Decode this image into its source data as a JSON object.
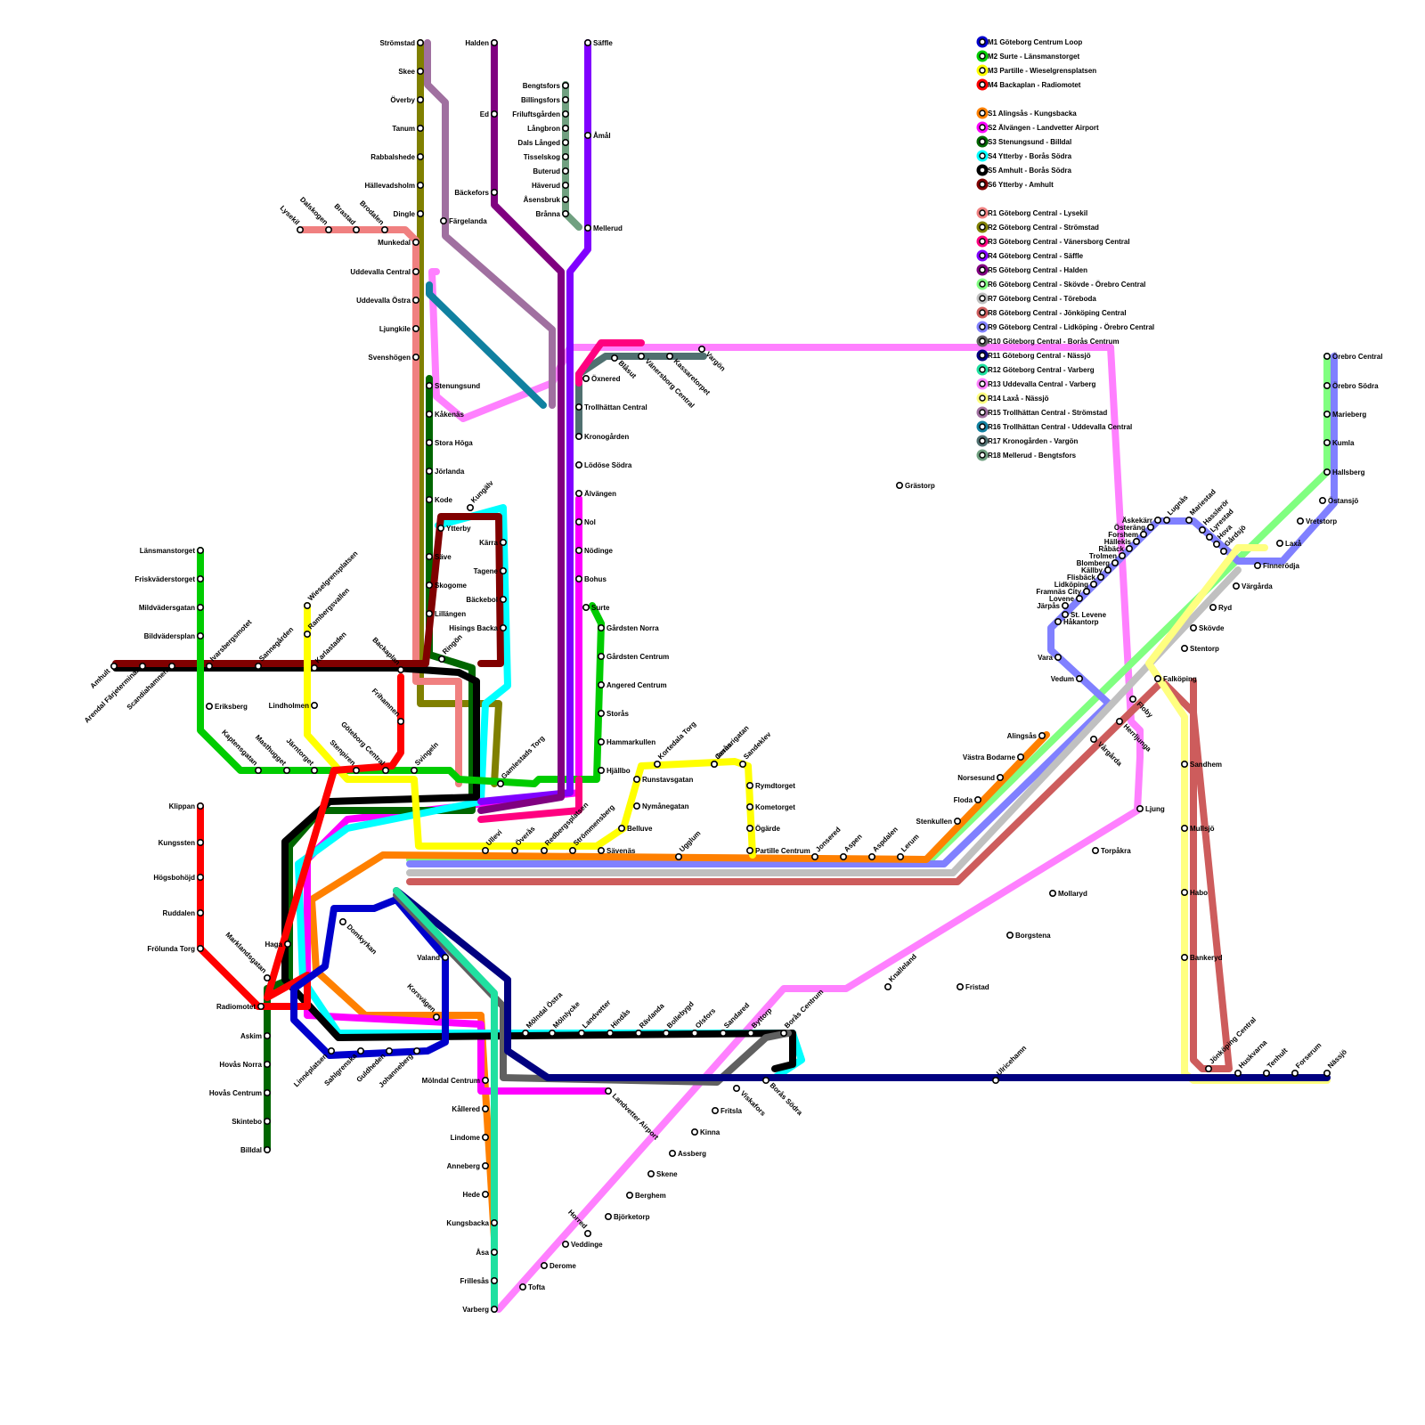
{
  "colors": {
    "M1": "#0000cc",
    "M2": "#00cc00",
    "M3": "#ffff00",
    "M4": "#ff0000",
    "S1": "#ff8000",
    "S2": "#ff00ff",
    "S3": "#006600",
    "S4": "#00ffff",
    "S5": "#000000",
    "S6": "#800000",
    "R1": "#f08080",
    "R2": "#808000",
    "R3": "#ff0080",
    "R4": "#8000ff",
    "R5": "#800080",
    "R6": "#80ff80",
    "R7": "#c0c0c0",
    "R8": "#cd5c5c",
    "R9": "#8080ff",
    "R10": "#606060",
    "R11": "#000080",
    "R12": "#20e0a0",
    "R13": "#ff80ff",
    "R14": "#ffff80",
    "R15": "#a070a0",
    "R16": "#1080a0",
    "R17": "#507070",
    "R18": "#70a080"
  },
  "legend": {
    "metro": [
      {
        "id": "M1",
        "label": "M1 Göteborg Centrum Loop"
      },
      {
        "id": "M2",
        "label": "M2 Surte - Länsmanstorget"
      },
      {
        "id": "M3",
        "label": "M3 Partille - Wieselgrensplatsen"
      },
      {
        "id": "M4",
        "label": "M4 Backaplan - Radiomotet"
      }
    ],
    "suburban": [
      {
        "id": "S1",
        "label": "S1 Alingsås - Kungsbacka"
      },
      {
        "id": "S2",
        "label": "S2 Älvängen - Landvetter Airport"
      },
      {
        "id": "S3",
        "label": "S3 Stenungsund - Billdal"
      },
      {
        "id": "S4",
        "label": "S4 Ytterby - Borås Södra"
      },
      {
        "id": "S5",
        "label": "S5 Amhult - Borås Södra"
      },
      {
        "id": "S6",
        "label": "S6 Ytterby - Amhult"
      }
    ],
    "regional": [
      {
        "id": "R1",
        "label": "R1 Göteborg Central - Lysekil"
      },
      {
        "id": "R2",
        "label": "R2 Göteborg Central - Strömstad"
      },
      {
        "id": "R3",
        "label": "R3 Göteborg Central - Vänersborg Central"
      },
      {
        "id": "R4",
        "label": "R4 Göteborg Central - Säffle"
      },
      {
        "id": "R5",
        "label": "R5 Göteborg Central - Halden"
      },
      {
        "id": "R6",
        "label": "R6 Göteborg Central - Skövde - Örebro Central"
      },
      {
        "id": "R7",
        "label": "R7 Göteborg Central - Töreboda"
      },
      {
        "id": "R8",
        "label": "R8 Göteborg Central - Jönköping Central"
      },
      {
        "id": "R9",
        "label": "R9 Göteborg Central - Lidköping - Örebro Central"
      },
      {
        "id": "R10",
        "label": "R10 Göteborg Central - Borås Centrum"
      },
      {
        "id": "R11",
        "label": "R11 Göteborg Central - Nässjö"
      },
      {
        "id": "R12",
        "label": "R12 Göteborg Central - Varberg"
      },
      {
        "id": "R13",
        "label": "R13 Uddevalla Central - Varberg"
      },
      {
        "id": "R14",
        "label": "R14 Laxå - Nässjö"
      },
      {
        "id": "R15",
        "label": "R15 Trollhättan Central - Strömstad"
      },
      {
        "id": "R16",
        "label": "R16 Trollhättan Central - Uddevalla Central"
      },
      {
        "id": "R17",
        "label": "R17 Kronogården - Vargön"
      },
      {
        "id": "R18",
        "label": "R18 Mellerud - Bengtsfors"
      }
    ]
  },
  "stations": [
    {
      "name": "Strömstad"
    },
    {
      "name": "Skee"
    },
    {
      "name": "Överby"
    },
    {
      "name": "Tanum"
    },
    {
      "name": "Rabbalshede"
    },
    {
      "name": "Hällevadsholm"
    },
    {
      "name": "Dingle"
    },
    {
      "name": "Munkedal"
    },
    {
      "name": "Färgelanda"
    },
    {
      "name": "Uddevalla Central"
    },
    {
      "name": "Uddevalla Östra"
    },
    {
      "name": "Ljungkile"
    },
    {
      "name": "Svenshögen"
    },
    {
      "name": "Stenungsund"
    },
    {
      "name": "Kåkenäs"
    },
    {
      "name": "Stora Höga"
    },
    {
      "name": "Jörlanda"
    },
    {
      "name": "Kode"
    },
    {
      "name": "Ytterby"
    },
    {
      "name": "Kungälv"
    },
    {
      "name": "Säve"
    },
    {
      "name": "Skogome"
    },
    {
      "name": "Lillängen"
    },
    {
      "name": "Hisings Backa"
    },
    {
      "name": "Kärra"
    },
    {
      "name": "Tagene"
    },
    {
      "name": "Bäckebol"
    },
    {
      "name": "Ringön"
    },
    {
      "name": "Backaplan"
    },
    {
      "name": "Frihamnen"
    },
    {
      "name": "Svingeln"
    },
    {
      "name": "Göteborg Central"
    },
    {
      "name": "Stenpiren"
    },
    {
      "name": "Järntorget"
    },
    {
      "name": "Masthugget"
    },
    {
      "name": "Kaptensgatan"
    },
    {
      "name": "Lindholmen"
    },
    {
      "name": "Karlastaden"
    },
    {
      "name": "Rambergsvallen"
    },
    {
      "name": "Wieselgrensplatsen"
    },
    {
      "name": "Lysekil"
    },
    {
      "name": "Dalskogen"
    },
    {
      "name": "Brastad"
    },
    {
      "name": "Brodalen"
    },
    {
      "name": "Halden"
    },
    {
      "name": "Ed"
    },
    {
      "name": "Bäckefors"
    },
    {
      "name": "Säffle"
    },
    {
      "name": "Åmål"
    },
    {
      "name": "Mellerud"
    },
    {
      "name": "Bengtsfors"
    },
    {
      "name": "Billingsfors"
    },
    {
      "name": "Friluftsgården"
    },
    {
      "name": "Långbron"
    },
    {
      "name": "Dals Långed"
    },
    {
      "name": "Tisselskog"
    },
    {
      "name": "Buterud"
    },
    {
      "name": "Häverud"
    },
    {
      "name": "Åsensbruk"
    },
    {
      "name": "Brånna"
    },
    {
      "name": "Öxnered"
    },
    {
      "name": "Trollhättan Central"
    },
    {
      "name": "Blåsut"
    },
    {
      "name": "Vänersborg Central"
    },
    {
      "name": "Kassaretorpet"
    },
    {
      "name": "Vargön"
    },
    {
      "name": "Kronogården"
    },
    {
      "name": "Lödöse Södra"
    },
    {
      "name": "Älvängen"
    },
    {
      "name": "Nol"
    },
    {
      "name": "Nödinge"
    },
    {
      "name": "Bohus"
    },
    {
      "name": "Surte"
    },
    {
      "name": "Gårdsten Norra"
    },
    {
      "name": "Gårdsten Centrum"
    },
    {
      "name": "Angered Centrum"
    },
    {
      "name": "Storås"
    },
    {
      "name": "Hammarkullen"
    },
    {
      "name": "Hjällbo"
    },
    {
      "name": "Gamlestads Torg"
    },
    {
      "name": "Ullevi"
    },
    {
      "name": "Överås"
    },
    {
      "name": "Redbergsplatsen"
    },
    {
      "name": "Strömmensberg"
    },
    {
      "name": "Sävenäs"
    },
    {
      "name": "Runstavsgatan"
    },
    {
      "name": "Kortedala Torg"
    },
    {
      "name": "Januarigatan"
    },
    {
      "name": "Gerås"
    },
    {
      "name": "Sandeklev"
    },
    {
      "name": "Nymånegatan"
    },
    {
      "name": "Belluve"
    },
    {
      "name": "Rymdtorget"
    },
    {
      "name": "Kometorget"
    },
    {
      "name": "Ögärde"
    },
    {
      "name": "Partille Centrum"
    },
    {
      "name": "Ugglum"
    },
    {
      "name": "Jonsered"
    },
    {
      "name": "Aspen"
    },
    {
      "name": "Aspdalen"
    },
    {
      "name": "Lerum"
    },
    {
      "name": "Stenkullen"
    },
    {
      "name": "Floda"
    },
    {
      "name": "Norsesund"
    },
    {
      "name": "Västra Bodarne"
    },
    {
      "name": "Alingsås"
    },
    {
      "name": "Grästorp"
    },
    {
      "name": "Vara"
    },
    {
      "name": "Vedum"
    },
    {
      "name": "Falköping"
    },
    {
      "name": "Floby"
    },
    {
      "name": "Herrljunga"
    },
    {
      "name": "Vårgårda"
    },
    {
      "name": "Stentorp"
    },
    {
      "name": "Skövde"
    },
    {
      "name": "Ryd"
    },
    {
      "name": "Värgårda"
    },
    {
      "name": "Finnerödja"
    },
    {
      "name": "Laxå"
    },
    {
      "name": "Vretstorp"
    },
    {
      "name": "Östansjö"
    },
    {
      "name": "Hallsberg"
    },
    {
      "name": "Kumla"
    },
    {
      "name": "Marieberg"
    },
    {
      "name": "Örebro Södra"
    },
    {
      "name": "Örebro Central"
    },
    {
      "name": "Håkantorp"
    },
    {
      "name": "St. Levene"
    },
    {
      "name": "Järpås"
    },
    {
      "name": "Lovene"
    },
    {
      "name": "Framnäs City"
    },
    {
      "name": "Lidköping"
    },
    {
      "name": "Flisbäck"
    },
    {
      "name": "Källby"
    },
    {
      "name": "Blomberg"
    },
    {
      "name": "Trolmen"
    },
    {
      "name": "Råbäck"
    },
    {
      "name": "Hällekis"
    },
    {
      "name": "Forshem"
    },
    {
      "name": "Österäng"
    },
    {
      "name": "Äskekärr"
    },
    {
      "name": "Lugnås"
    },
    {
      "name": "Mariestad"
    },
    {
      "name": "Hasslerör"
    },
    {
      "name": "Lyrestad"
    },
    {
      "name": "Hova"
    },
    {
      "name": "Gårdsjö"
    },
    {
      "name": "Sandhem"
    },
    {
      "name": "Mullsjö"
    },
    {
      "name": "Habo"
    },
    {
      "name": "Bankeryd"
    },
    {
      "name": "Jönköping Central"
    },
    {
      "name": "Huskvarna"
    },
    {
      "name": "Tenhult"
    },
    {
      "name": "Forserum"
    },
    {
      "name": "Nässjö"
    },
    {
      "name": "Ljung"
    },
    {
      "name": "Torpåkra"
    },
    {
      "name": "Mollaryd"
    },
    {
      "name": "Borgstena"
    },
    {
      "name": "Fristad"
    },
    {
      "name": "Knalleland"
    },
    {
      "name": "Ulricehamn"
    },
    {
      "name": "Borås Centrum"
    },
    {
      "name": "Borås Södra"
    },
    {
      "name": "Byttorp"
    },
    {
      "name": "Sandared"
    },
    {
      "name": "Olsfors"
    },
    {
      "name": "Bollebygd"
    },
    {
      "name": "Rävlanda"
    },
    {
      "name": "Hindås"
    },
    {
      "name": "Landvetter"
    },
    {
      "name": "Mölnlycke"
    },
    {
      "name": "Mölndal Östra"
    },
    {
      "name": "Viskafors"
    },
    {
      "name": "Fritsla"
    },
    {
      "name": "Kinna"
    },
    {
      "name": "Assberg"
    },
    {
      "name": "Skene"
    },
    {
      "name": "Berghem"
    },
    {
      "name": "Björketorp"
    },
    {
      "name": "Horred"
    },
    {
      "name": "Veddinge"
    },
    {
      "name": "Derome"
    },
    {
      "name": "Tofta"
    },
    {
      "name": "Varberg"
    },
    {
      "name": "Frillesås"
    },
    {
      "name": "Åsa"
    },
    {
      "name": "Kungsbacka"
    },
    {
      "name": "Hede"
    },
    {
      "name": "Anneberg"
    },
    {
      "name": "Lindome"
    },
    {
      "name": "Kållered"
    },
    {
      "name": "Mölndal Centrum"
    },
    {
      "name": "Landvetter Airport"
    },
    {
      "name": "Valand"
    },
    {
      "name": "Korsvägen"
    },
    {
      "name": "Johanneberg"
    },
    {
      "name": "Guldheden"
    },
    {
      "name": "Sahlgrenska"
    },
    {
      "name": "Linnéplatsen"
    },
    {
      "name": "Domkyrkan"
    },
    {
      "name": "Haga"
    },
    {
      "name": "Marklandsgatan"
    },
    {
      "name": "Radiomotet"
    },
    {
      "name": "Askim"
    },
    {
      "name": "Hovås Norra"
    },
    {
      "name": "Hovås Centrum"
    },
    {
      "name": "Skintebo"
    },
    {
      "name": "Billdal"
    },
    {
      "name": "Klippan"
    },
    {
      "name": "Kungssten"
    },
    {
      "name": "Högsbohöjd"
    },
    {
      "name": "Ruddalen"
    },
    {
      "name": "Frölunda Torg"
    },
    {
      "name": "Länsmanstorget"
    },
    {
      "name": "Friskväderstorget"
    },
    {
      "name": "Mildvädersgatan"
    },
    {
      "name": "Bildvädersplan"
    },
    {
      "name": "Ivarsbergsmotet"
    },
    {
      "name": "Sannegården"
    },
    {
      "name": "Eriksberg"
    },
    {
      "name": "Amhult"
    },
    {
      "name": "Arendal Färjeterminal"
    },
    {
      "name": "Scandiahamnen"
    }
  ]
}
